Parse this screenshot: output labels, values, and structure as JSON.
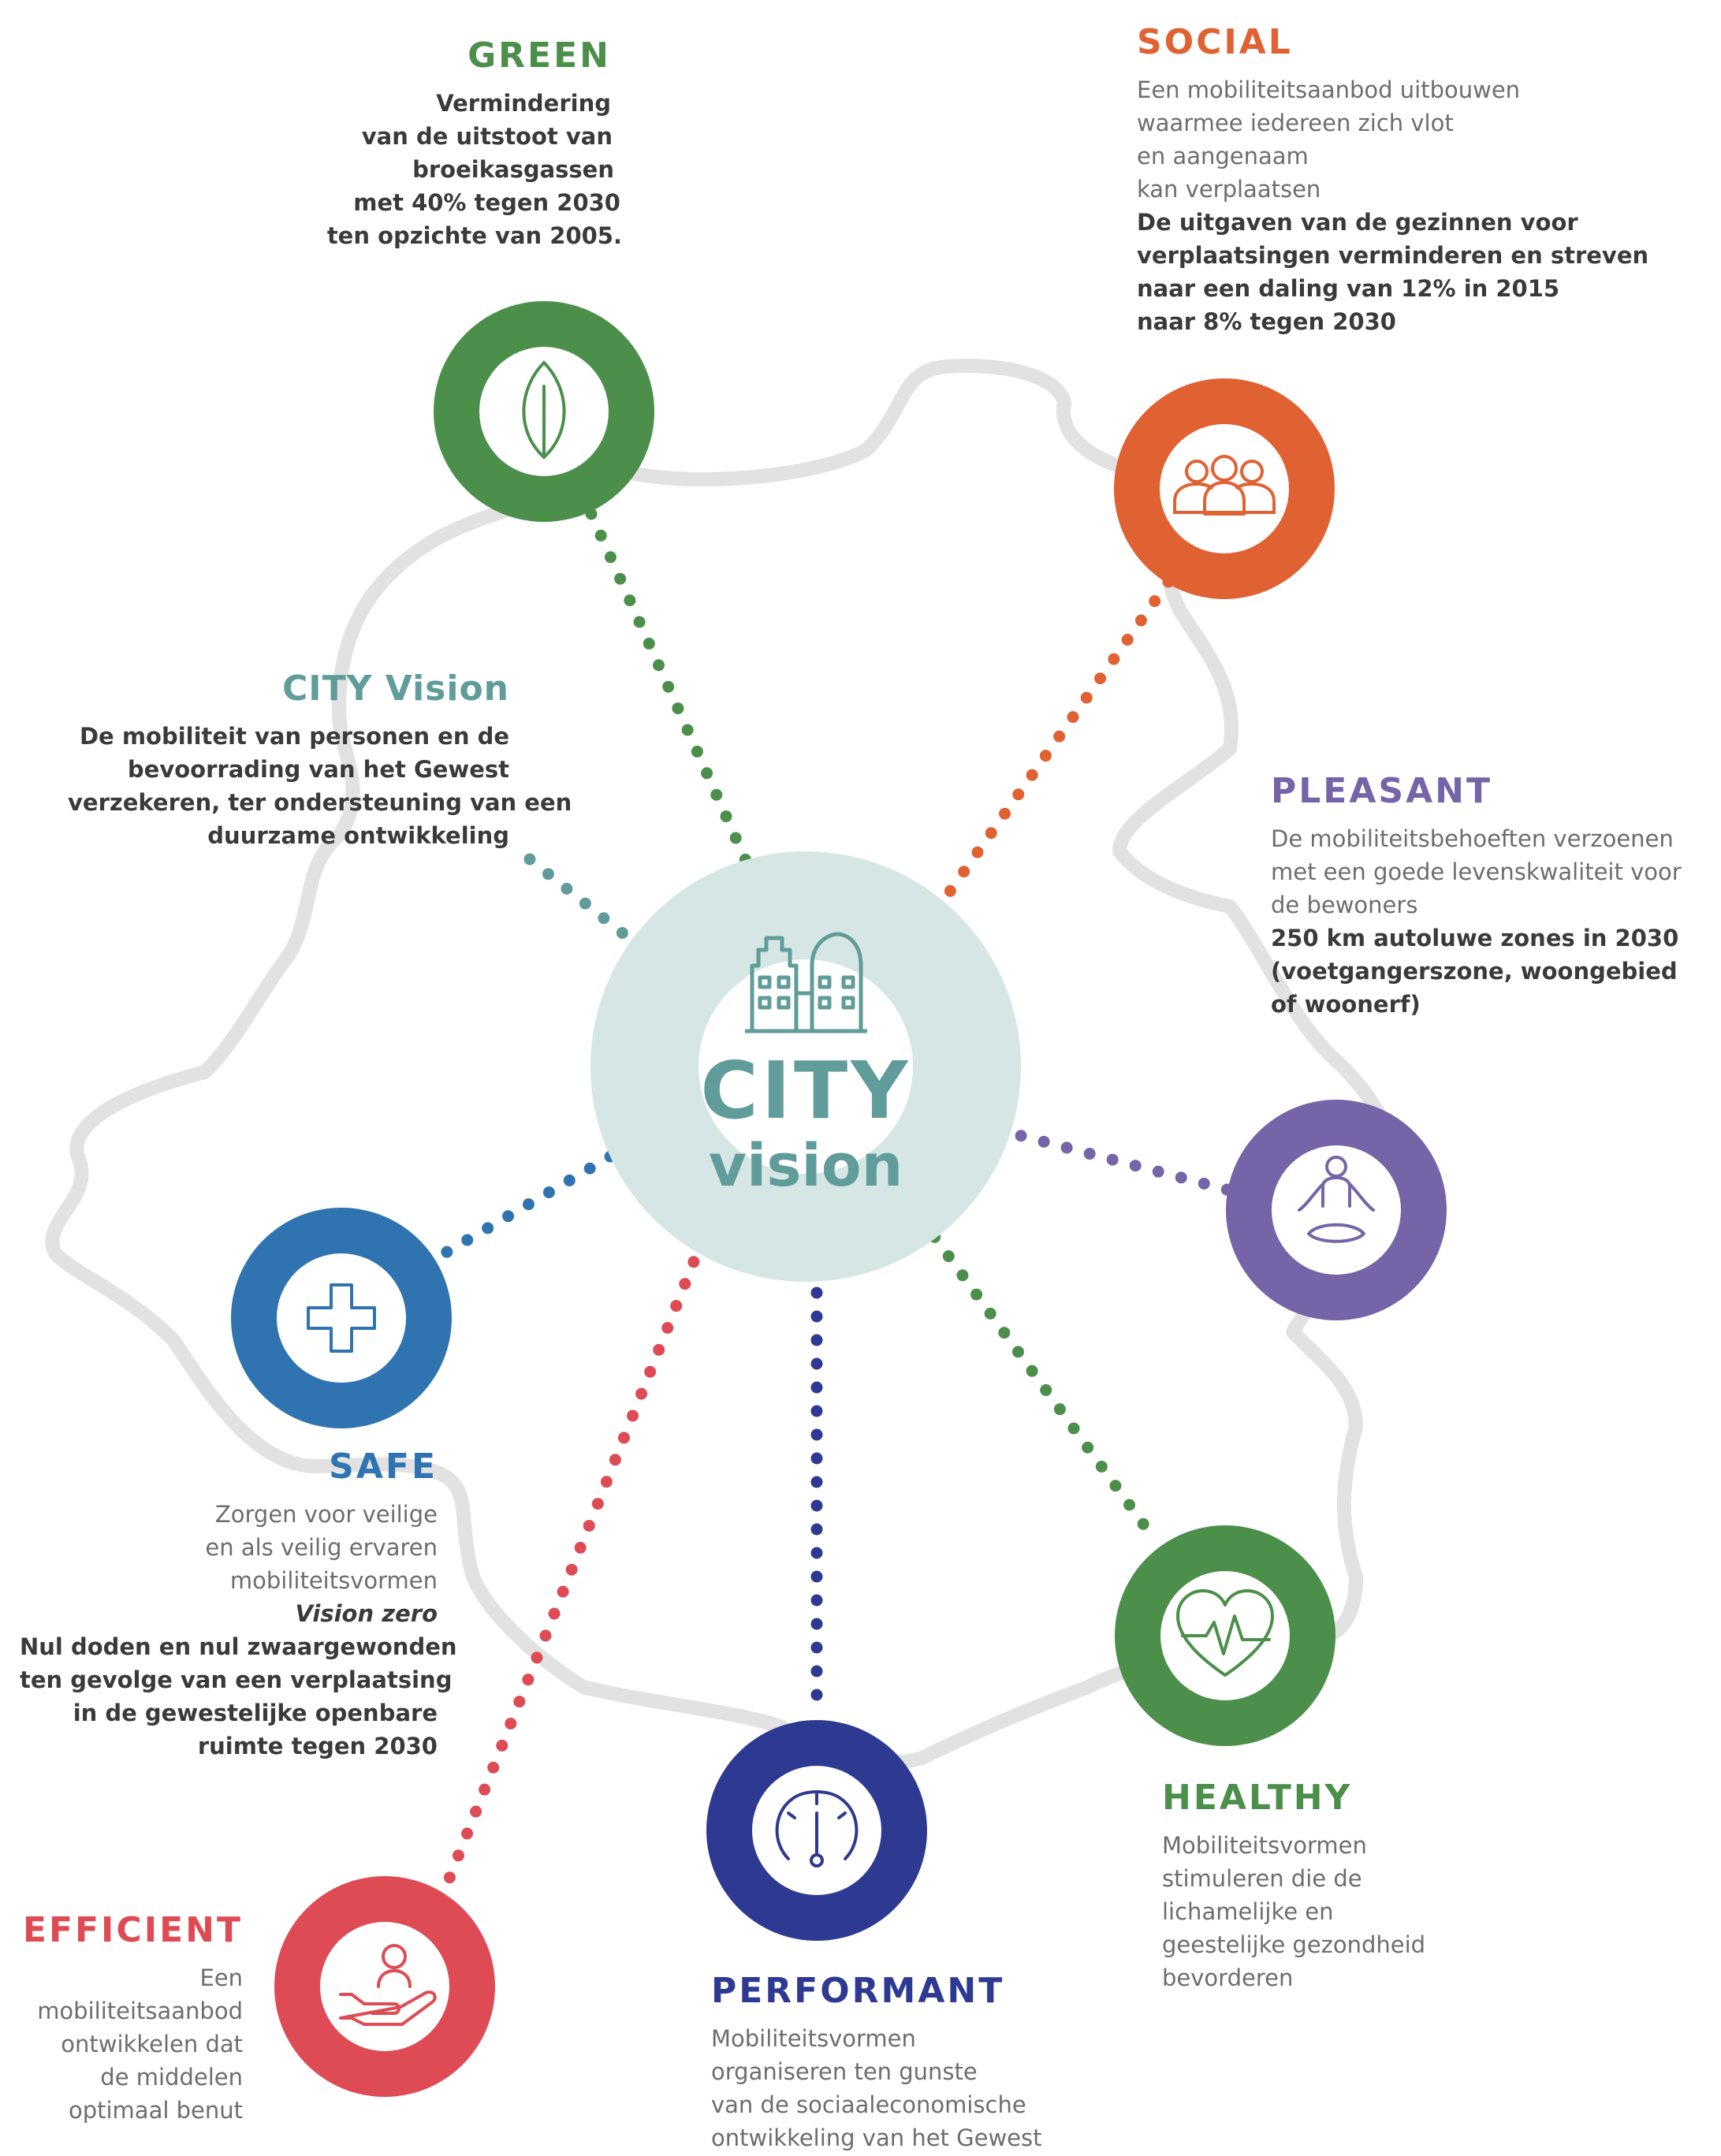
{
  "center": {
    "line1": "CITY",
    "line2": "vision"
  },
  "colors": {
    "green": "#4b8f4b",
    "orange": "#e06233",
    "purple": "#7664a8",
    "blue": "#2f74b0",
    "navy": "#2e3a91",
    "red": "#df4b54",
    "teal": "#5f9c9a",
    "teal_light": "#d5e6e4",
    "map": "#e2e2e2"
  },
  "nodes": {
    "green": {
      "title": "GREEN",
      "icon": "leaf-icon"
    },
    "social": {
      "title": "SOCIAL",
      "icon": "people-group-icon"
    },
    "pleasant": {
      "title": "PLEASANT",
      "icon": "meditation-icon"
    },
    "healthy": {
      "title": "HEALTHY",
      "icon": "heart-pulse-icon"
    },
    "performant": {
      "title": "PERFORMANT",
      "icon": "gauge-icon"
    },
    "efficient": {
      "title": "EFFICIENT",
      "icon": "hand-care-icon"
    },
    "safe": {
      "title": "SAFE",
      "icon": "medical-cross-icon"
    },
    "city_vision": {
      "title": "CITY Vision"
    }
  },
  "texts": {
    "green": [
      "Vermindering",
      "van de uitstoot van",
      "broeikasgassen",
      "met 40% tegen 2030",
      "ten opzichte van 2005."
    ],
    "social_normal": [
      "Een mobiliteitsaanbod uitbouwen",
      "waarmee iedereen zich vlot",
      "en aangenaam",
      "kan verplaatsen"
    ],
    "social_bold": [
      "De uitgaven van de gezinnen voor",
      "verplaatsingen verminderen en streven",
      "naar een daling van 12% in 2015",
      "naar 8% tegen 2030"
    ],
    "city_vision": [
      "De mobiliteit van personen en de",
      "bevoorrading van het Gewest",
      "verzekeren, ter ondersteuning van een",
      "duurzame ontwikkeling"
    ],
    "pleasant_normal": [
      "De mobiliteitsbehoeften verzoenen",
      "met een goede levenskwaliteit voor",
      "de bewoners"
    ],
    "pleasant_bold": [
      "250 km autoluwe zones in 2030",
      "(voetgangerszone, woongebied",
      "of woonerf)"
    ],
    "safe_normal": [
      "Zorgen voor veilige",
      "en als veilig ervaren",
      "mobiliteitsvormen"
    ],
    "safe_italic": "Vision zero",
    "safe_bold": [
      "Nul doden en nul zwaargewonden",
      "ten gevolge van een verplaatsing",
      "in de gewestelijke openbare",
      "ruimte tegen 2030"
    ],
    "healthy": [
      "Mobiliteitsvormen",
      "stimuleren die de",
      "lichamelijke en",
      "geestelijke gezondheid",
      "bevorderen"
    ],
    "performant": [
      "Mobiliteitsvormen",
      "organiseren ten gunste",
      "van de sociaaleconomische",
      "ontwikkeling van het Gewest"
    ],
    "efficient": [
      "Een",
      "mobiliteitsaanbod",
      "ontwikkelen dat",
      "de middelen",
      "optimaal benut"
    ]
  }
}
